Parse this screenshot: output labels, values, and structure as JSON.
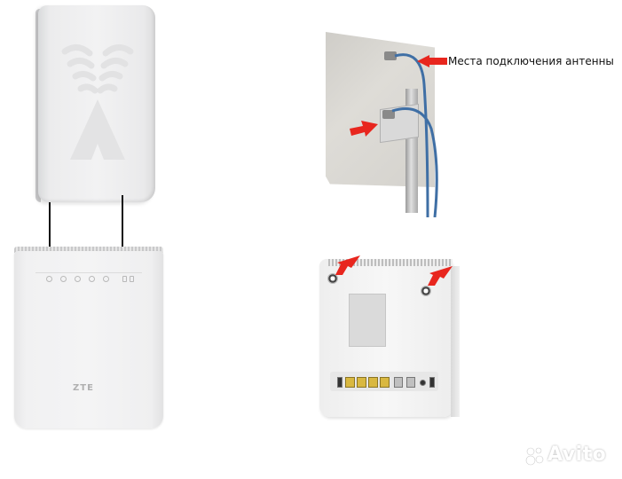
{
  "caption": {
    "text": "Места подключения антенны",
    "color": "#111111",
    "arrow_color": "#e8261e"
  },
  "router_front": {
    "brand": "ZTE"
  },
  "watermark": {
    "text": "Avito"
  },
  "panels": [
    {
      "name": "antenna-front-view"
    },
    {
      "name": "antenna-back-view"
    },
    {
      "name": "router-front-view"
    },
    {
      "name": "router-back-view"
    }
  ],
  "colors": {
    "cable_blue": "#3f6fa5",
    "lan_port": "#d9b840",
    "arrow_red": "#e8261e"
  }
}
